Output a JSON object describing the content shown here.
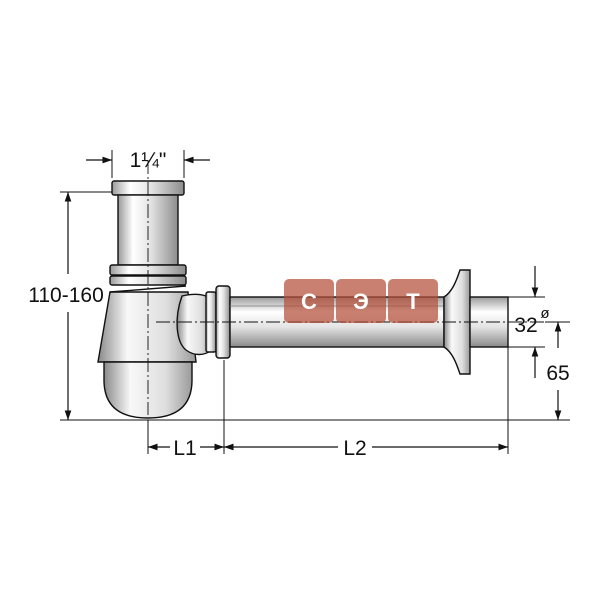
{
  "dimensions": {
    "top_width": "1¼\"",
    "height_range": "110-160",
    "pipe_diameter": "32",
    "diameter_symbol": "ø",
    "wall_offset": "65",
    "l1": "L1",
    "l2": "L2"
  },
  "watermark": {
    "letters": [
      "С",
      "Э",
      "Т"
    ],
    "color": "#b5503a"
  },
  "colors": {
    "line": "#111111",
    "pipe_fill": "#f4f4f4",
    "pipe_shade": "#c8c8c8"
  }
}
